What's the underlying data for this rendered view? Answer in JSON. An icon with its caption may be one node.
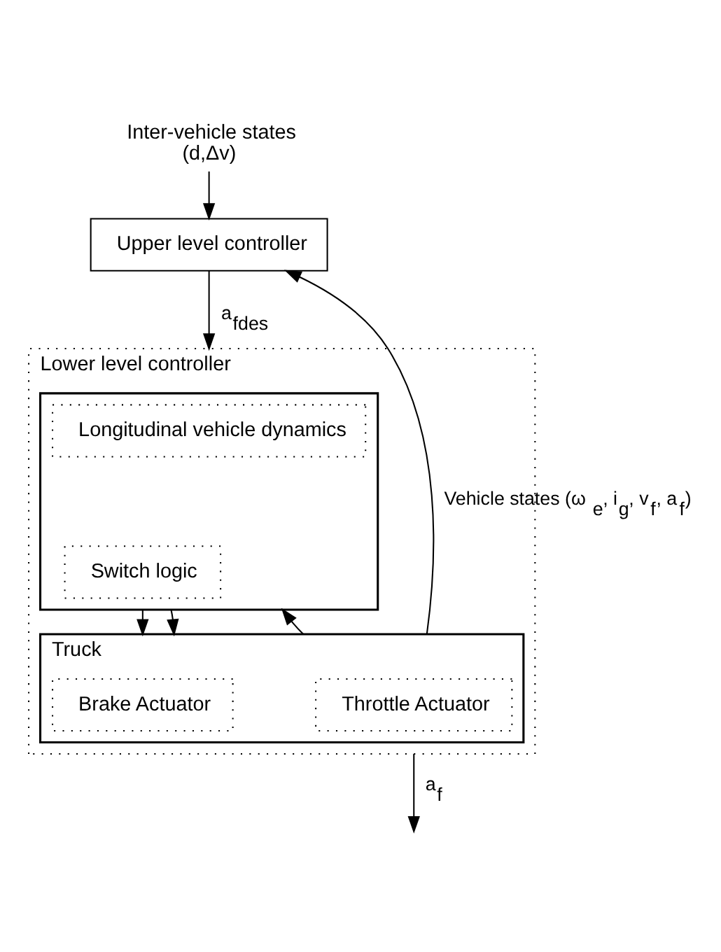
{
  "diagram": {
    "nodes": [
      {
        "text": [
          "Inter-vehicle states",
          "(d,Δv)"
        ]
      },
      {
        "text": [
          "Upper level controller"
        ]
      },
      {
        "text": [
          "Lower level controller"
        ]
      },
      {
        "text": [],
        "shape": "box",
        "in": 2
      },
      {
        "text": [
          "Longitudinal vehicle dynamics"
        ],
        "in": 3
      },
      {
        "text": [
          "Switch logic"
        ],
        "in": 3
      },
      {
        "text": [
          "Truck"
        ],
        "in": 2
      },
      {
        "text": [
          "Brake Actuator"
        ],
        "in": 6
      },
      {
        "text": [
          "Throttle Actuator"
        ],
        "in": 6
      }
    ],
    "edges": [
      {
        "from": 0,
        "to": 1,
        "arrow": "to"
      },
      {
        "from": 1,
        "to": 2,
        "arrow": "to",
        "label": "a$_{fdes}$"
      },
      {
        "from": 3,
        "to": 6,
        "arrow": "to"
      },
      {
        "from": 3,
        "to": 6,
        "arrow": "to"
      },
      {
        "from": 6,
        "to": 1,
        "arrow": "to",
        "label": "Vehicle states (ω$_{e}$, i$_{g}$, v$_{f}$, a$_{f}$)"
      },
      {
        "from": 6,
        "to": 3,
        "arrow": "to"
      },
      {
        "from": 2,
        "to": null,
        "arrow": "to",
        "label": "a$_{f}$"
      }
    ]
  }
}
